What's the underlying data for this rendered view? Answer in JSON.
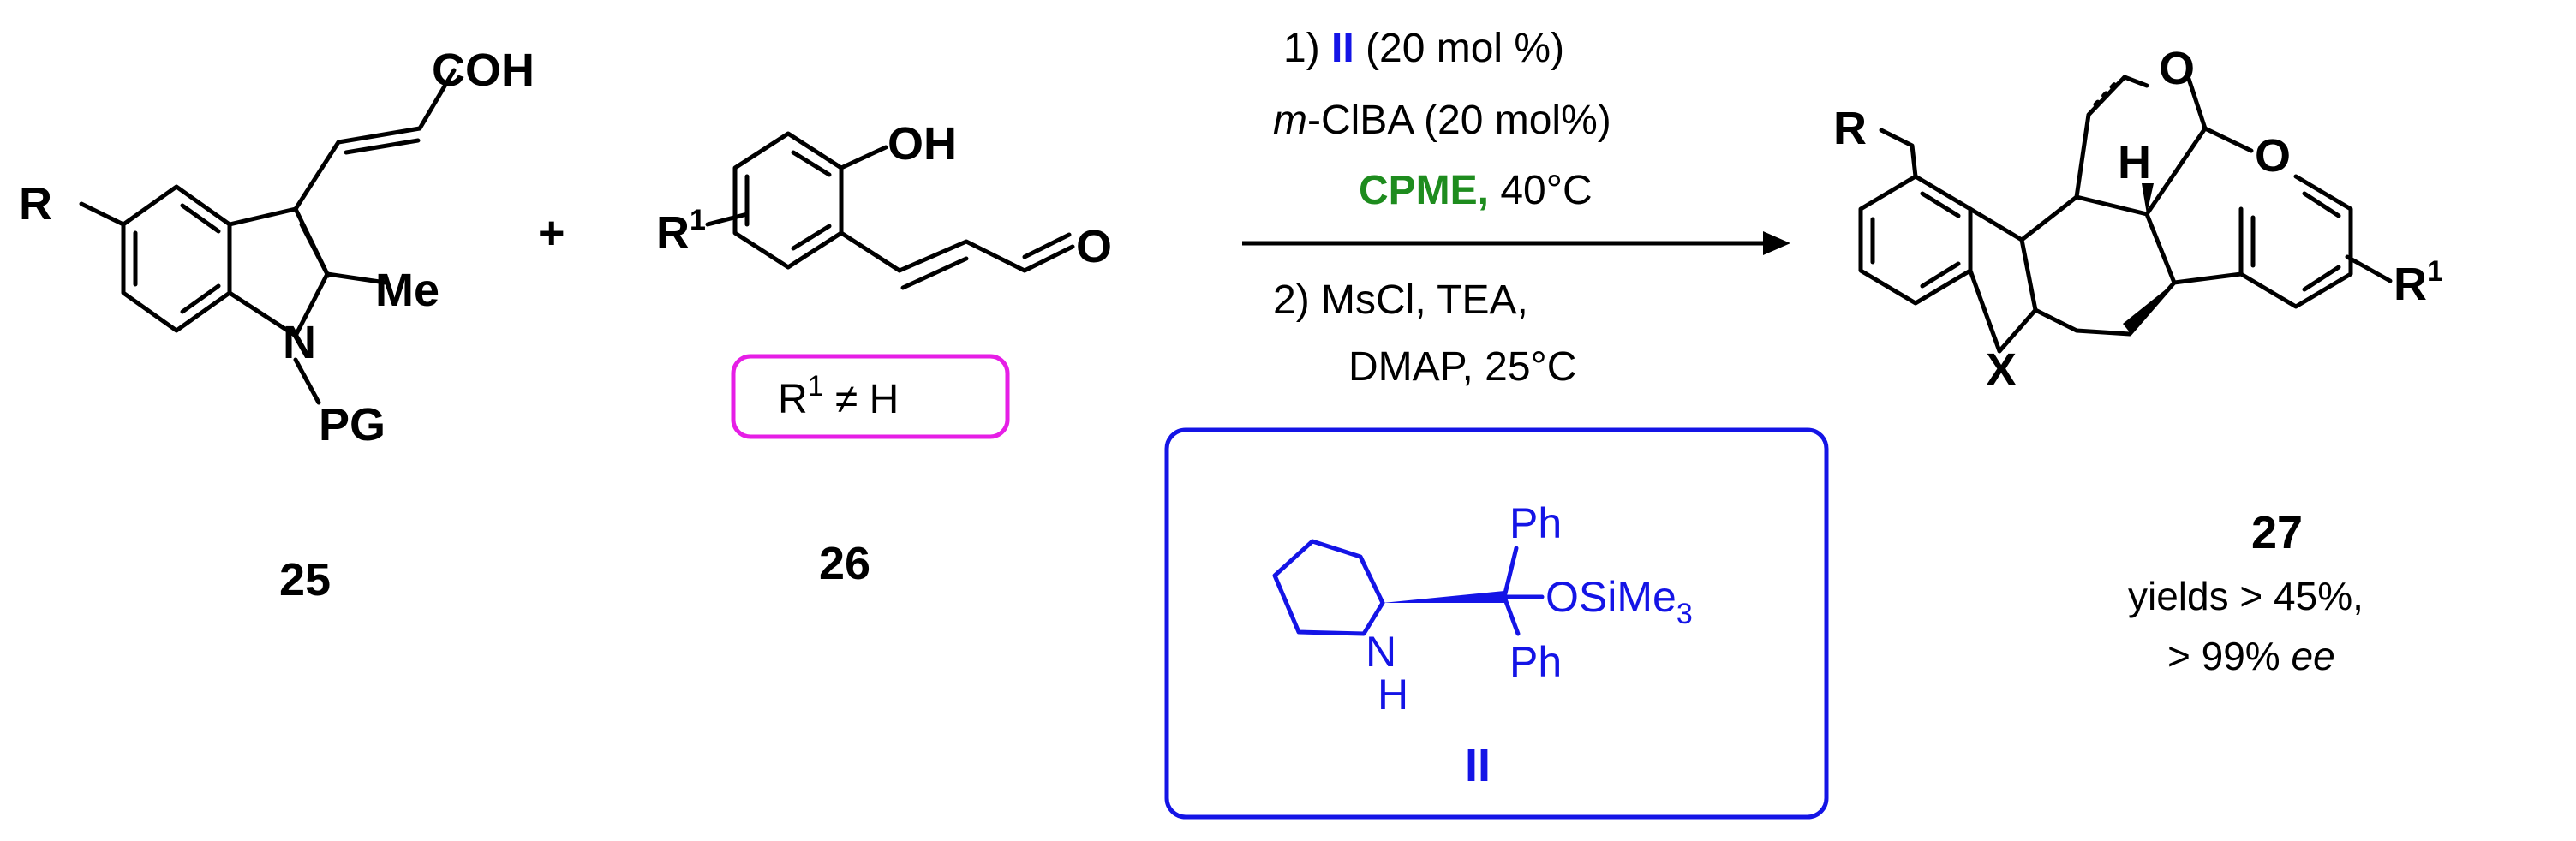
{
  "reactant_25": {
    "number": "25",
    "substituent_R": "R",
    "acid_group": "COH",
    "methyl": "Me",
    "nitrogen": "N",
    "protecting_group": "PG"
  },
  "plus_sign": "+",
  "reactant_26": {
    "number": "26",
    "hydroxyl": "OH",
    "substituent_R1": "R",
    "superscript_1": "1",
    "carbonyl_oxygen": "O",
    "condition_box": {
      "R": "R",
      "sup": "1",
      "rest": " ≠ H"
    }
  },
  "conditions": {
    "step1_prefix": "1) ",
    "catalyst_ref": "II",
    "step1_suffix": " (20 mol %)",
    "additive_italic": "m",
    "additive_rest": "-ClBA (20 mol%)",
    "solvent": "CPME,",
    "temperature1": " 40°C",
    "step2_line1": "2) MsCl, TEA,",
    "step2_line2": "DMAP, 25°C"
  },
  "catalyst_II": {
    "label": "II",
    "nitrogen": "N",
    "hydrogen": "H",
    "phenyl_top": "Ph",
    "phenyl_bottom": "Ph",
    "silyl_ether": "OSiMe",
    "silyl_sub": "3"
  },
  "product_27": {
    "number": "27",
    "substituent_R": "R",
    "substituent_R1": "R",
    "superscript_1": "1",
    "hetero_X": "X",
    "hydrogen": "H",
    "oxygen_top": "O",
    "oxygen_ring": "O",
    "yield_text": "yields > 45%,",
    "ee_prefix": "> 99% ",
    "ee_italic": "ee"
  },
  "colors": {
    "catalyst_blue": "#1414e6",
    "solvent_green": "#1e8c1e",
    "box_magenta": "#e61ee6",
    "ink": "#000000"
  }
}
